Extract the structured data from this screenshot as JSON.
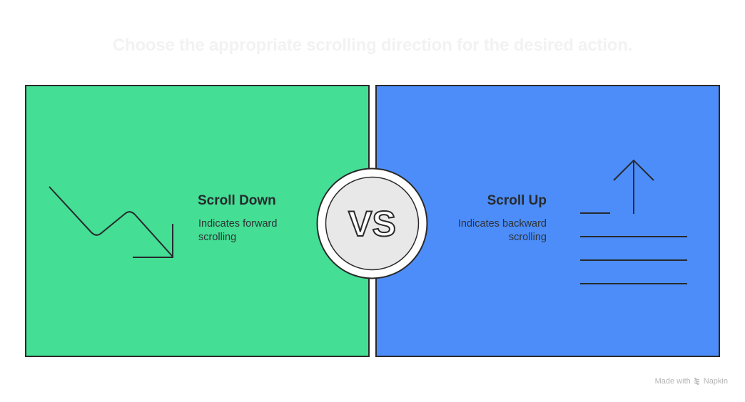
{
  "title": "Choose the appropriate scrolling direction for the desired action.",
  "colors": {
    "left_panel": "#44de94",
    "right_panel": "#4d8df9",
    "border": "#2a2a2a",
    "vs_fill": "#e8e8e8",
    "title": "#f2f2f2"
  },
  "left": {
    "heading": "Scroll Down",
    "description": "Indicates forward scrolling",
    "icon": "trend-down-arrow-icon"
  },
  "right": {
    "heading": "Scroll Up",
    "description": "Indicates backward scrolling",
    "icon": "scroll-up-lines-icon"
  },
  "center": {
    "label": "VS"
  },
  "footer": {
    "made_with": "Made with",
    "brand": "Napkin",
    "icon": "napkin-logo-icon"
  }
}
